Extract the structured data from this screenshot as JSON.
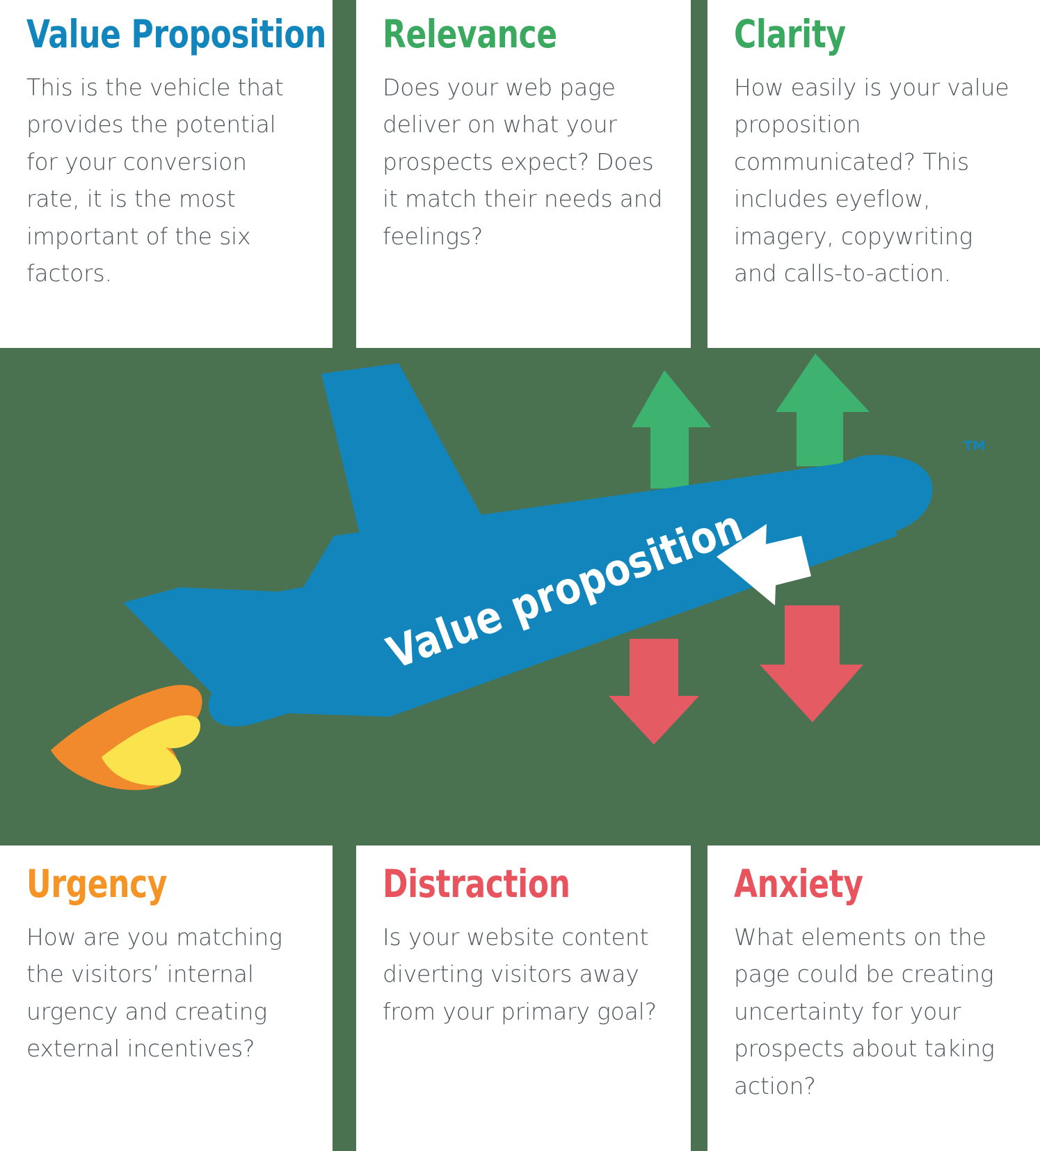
{
  "theme": {
    "background_green": "#4a7150",
    "card_background": "#ffffff",
    "body_text": "#4d555b",
    "plane_blue": "#1286bc",
    "arrow_green": "#3eb370",
    "arrow_red": "#e55b63",
    "flame_orange": "#f08a2c",
    "flame_yellow": "#fbe34d"
  },
  "cards": {
    "value_proposition": {
      "title": "Value Proposition",
      "title_color": "#1286bc",
      "body": "This is the vehicle that provides the potential for your conversion rate, it is the most important of the six factors."
    },
    "relevance": {
      "title": "Relevance",
      "title_color": "#3aa85f",
      "body": "Does your web page deliver on what your prospects expect? Does it match their needs and feelings?"
    },
    "clarity": {
      "title": "Clarity",
      "title_color": "#3aa85f",
      "body": "How easily is your value proposition communicated? This includes eyeflow, imagery, copywriting and calls-to-action."
    },
    "urgency": {
      "title": "Urgency",
      "title_color": "#f59325",
      "body": "How are you matching the visitors’ internal urgency and creating external incentives?"
    },
    "distraction": {
      "title": "Distraction",
      "title_color": "#e8545d",
      "body": "Is your website content diverting visitors away from your primary goal?"
    },
    "anxiety": {
      "title": "Anxiety",
      "title_color": "#e8545d",
      "body": "What elements on the page could be creating uncertainty for your prospects about taking action?"
    }
  },
  "illustration": {
    "plane_label": "Value proposition",
    "trademark": "TM",
    "icons": {
      "plane": "airplane-icon",
      "flame": "flame-icon",
      "forward_arrow": "arrow-right-icon",
      "up_arrow_small": "arrow-up-icon",
      "up_arrow_large": "arrow-up-icon",
      "down_arrow_small": "arrow-down-icon",
      "down_arrow_large": "arrow-down-icon"
    }
  }
}
